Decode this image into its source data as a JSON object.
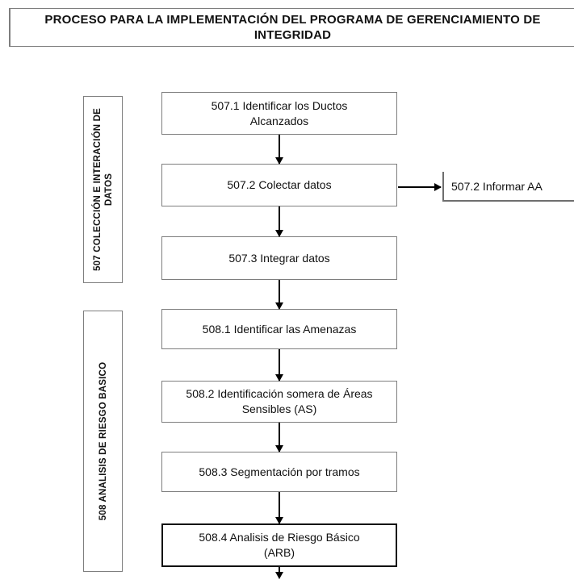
{
  "title": "PROCESO PARA LA IMPLEMENTACIÓN DEL PROGRAMA DE GERENCIAMIENTO DE\nINTEGRIDAD",
  "colors": {
    "box_border_gray": "#7e7e7e",
    "emphasis_border_black": "#111111",
    "arrow_black": "#000000",
    "background": "#ffffff"
  },
  "sidebars": [
    {
      "id": "507",
      "label": "507 COLECCIÓN E INTERACIÓN DE\nDATOS"
    },
    {
      "id": "508",
      "label": "508 ANALISIS DE RIESGO BASICO"
    }
  ],
  "boxes": [
    {
      "id": "507.1",
      "label": "507.1 Identificar los Ductos\nAlcanzados"
    },
    {
      "id": "507.2",
      "label": "507.2 Colectar datos"
    },
    {
      "id": "507.3",
      "label": "507.3 Integrar datos"
    },
    {
      "id": "508.1",
      "label": "508.1 Identificar las Amenazas"
    },
    {
      "id": "508.2",
      "label": "508.2 Identificación somera de Áreas\nSensibles (AS)"
    },
    {
      "id": "508.3",
      "label": "508.3 Segmentación por tramos"
    },
    {
      "id": "508.4",
      "label": "508.4 Analisis de Riesgo Básico\n(ARB)"
    }
  ],
  "side_box": {
    "label": "507.2 Informar AA"
  }
}
